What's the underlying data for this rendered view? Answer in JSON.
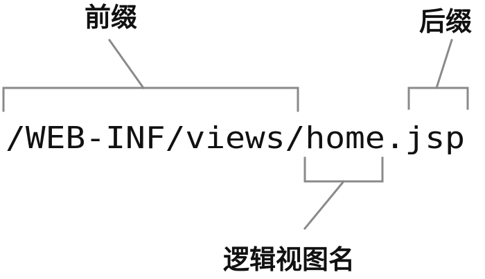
{
  "labels": {
    "prefix": "前缀",
    "suffix": "后缀",
    "logical_view_name": "逻辑视图名"
  },
  "path": {
    "full": "/WEB-INF/views/home.jsp"
  },
  "colors": {
    "text": "#111111",
    "bracket": "#8a8a8a",
    "background": "#ffffff"
  }
}
